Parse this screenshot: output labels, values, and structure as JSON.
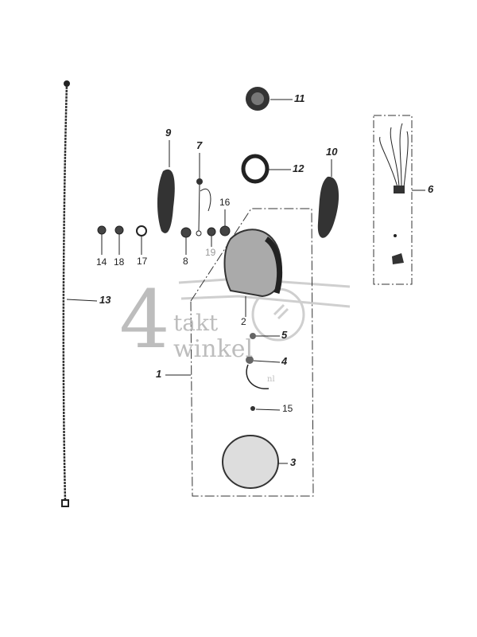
{
  "watermark": {
    "digit": "4",
    "line1": "takt",
    "line2": "winkel",
    "suffix": "nl"
  },
  "parts": [
    {
      "id": "p1",
      "label": "1"
    },
    {
      "id": "p2",
      "label": "2"
    },
    {
      "id": "p3",
      "label": "3"
    },
    {
      "id": "p4",
      "label": "4"
    },
    {
      "id": "p5",
      "label": "5"
    },
    {
      "id": "p6",
      "label": "6"
    },
    {
      "id": "p7",
      "label": "7"
    },
    {
      "id": "p8",
      "label": "8"
    },
    {
      "id": "p9",
      "label": "9"
    },
    {
      "id": "p10",
      "label": "10"
    },
    {
      "id": "p11",
      "label": "11"
    },
    {
      "id": "p12",
      "label": "12"
    },
    {
      "id": "p13",
      "label": "13"
    },
    {
      "id": "p14",
      "label": "14"
    },
    {
      "id": "p18a",
      "label": "18"
    },
    {
      "id": "p17",
      "label": "17"
    },
    {
      "id": "p18b",
      "label": "19"
    },
    {
      "id": "p16",
      "label": "16"
    },
    {
      "id": "p15",
      "label": "15"
    }
  ],
  "colors": {
    "ink": "#222222",
    "watermark": "#bdbdbd"
  }
}
